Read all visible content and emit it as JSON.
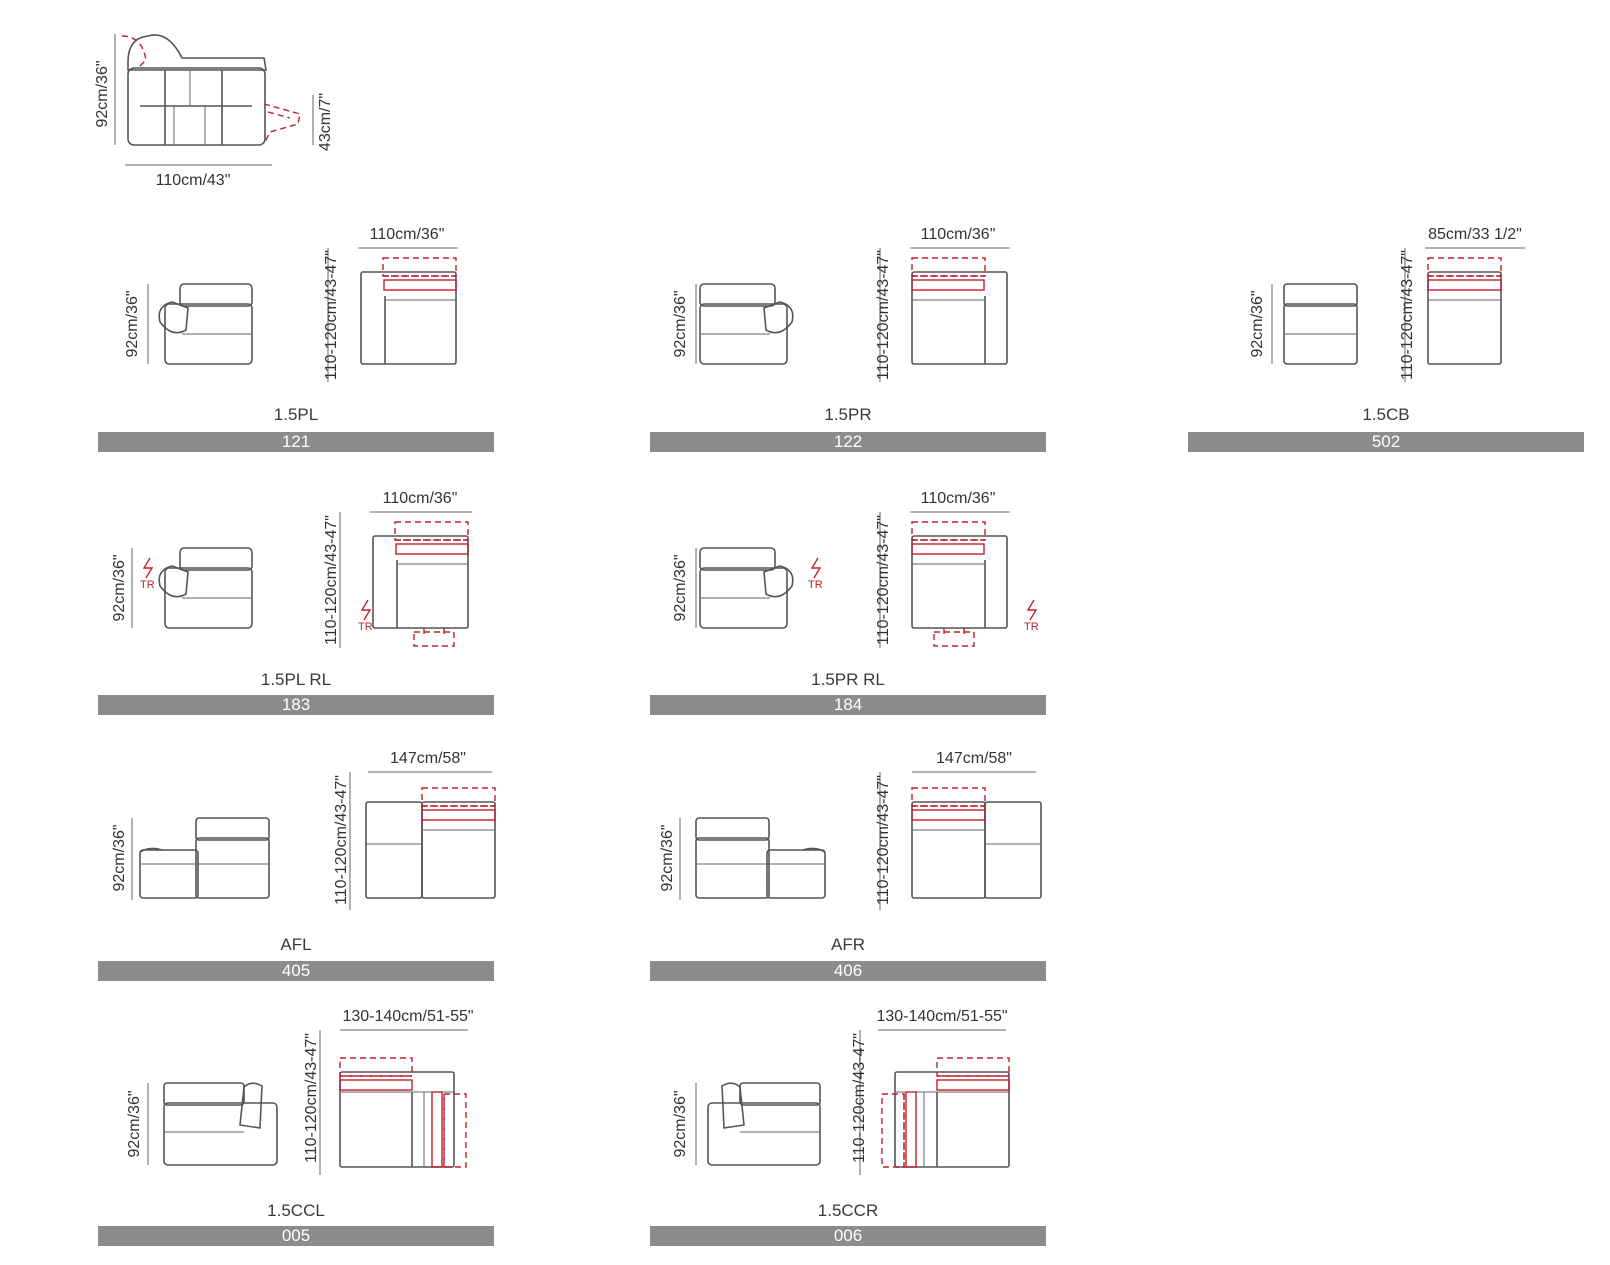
{
  "colors": {
    "outline": "#555555",
    "accent": "#c0202a",
    "band": "#8c8c8c",
    "band_text": "#ffffff"
  },
  "overview": {
    "height": "92cm/36\"",
    "width": "110cm/43\"",
    "recline": "43cm/7\""
  },
  "modules": [
    {
      "name": "1.5PL",
      "code": "121",
      "height": "92cm/36\"",
      "depth": "110-120cm/43-47\"",
      "width": "110cm/36\""
    },
    {
      "name": "1.5PR",
      "code": "122",
      "height": "92cm/36\"",
      "depth": "110-120cm/43-47\"",
      "width": "110cm/36\""
    },
    {
      "name": "1.5CB",
      "code": "502",
      "height": "92cm/36\"",
      "depth": "110-120cm/43-47\"",
      "width": "85cm/33 1/2\""
    },
    {
      "name": "1.5PL RL",
      "code": "183",
      "height": "92cm/36\"",
      "depth": "110-120cm/43-47\"",
      "width": "110cm/36\"",
      "symbol": "TR"
    },
    {
      "name": "1.5PR RL",
      "code": "184",
      "height": "92cm/36\"",
      "depth": "110-120cm/43-47\"",
      "width": "110cm/36\"",
      "symbol": "TR"
    },
    {
      "name": "AFL",
      "code": "405",
      "height": "92cm/36\"",
      "depth": "110-120cm/43-47\"",
      "width": "147cm/58\""
    },
    {
      "name": "AFR",
      "code": "406",
      "height": "92cm/36\"",
      "depth": "110-120cm/43-47\"",
      "width": "147cm/58\""
    },
    {
      "name": "1.5CCL",
      "code": "005",
      "height": "92cm/36\"",
      "depth": "110-120cm/43-47\"",
      "width": "130-140cm/51-55\""
    },
    {
      "name": "1.5CCR",
      "code": "006",
      "height": "92cm/36\"",
      "depth": "110-120cm/43-47\"",
      "width": "130-140cm/51-55\""
    }
  ]
}
